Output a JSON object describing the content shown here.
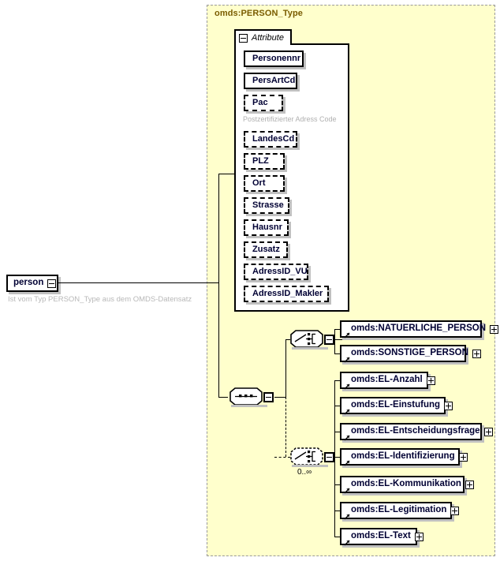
{
  "diagram": {
    "title": "omds:PERSON_Type",
    "root_element": {
      "label": "person",
      "note": "Ist vom Typ PERSON_Type aus dem OMDS-Datensatz"
    },
    "attribute_panel": {
      "tab_label": "Attribute",
      "toggle_icon": "minus-box-icon",
      "attributes": [
        {
          "label": "Personennr",
          "optional": false,
          "note": null
        },
        {
          "label": "PersArtCd",
          "optional": false,
          "note": null
        },
        {
          "label": "Pac",
          "optional": true,
          "note": "Postzertifizierter Adress Code"
        },
        {
          "label": "LandesCd",
          "optional": true,
          "note": null
        },
        {
          "label": "PLZ",
          "optional": true,
          "note": null
        },
        {
          "label": "Ort",
          "optional": true,
          "note": null
        },
        {
          "label": "Strasse",
          "optional": true,
          "note": null
        },
        {
          "label": "Hausnr",
          "optional": true,
          "note": null
        },
        {
          "label": "Zusatz",
          "optional": true,
          "note": null
        },
        {
          "label": "AdressID_VU",
          "optional": true,
          "note": null
        },
        {
          "label": "AdressID_Makler",
          "optional": true,
          "note": null
        }
      ]
    },
    "compositors": {
      "sequence": {
        "kind": "sequence",
        "icon": "sequence-icon",
        "toggle_icon": "minus-box-icon"
      },
      "choice_required": {
        "kind": "choice",
        "icon": "choice-icon",
        "toggle_icon": "minus-box-icon",
        "optional": false,
        "occurrence": null
      },
      "choice_optional": {
        "kind": "choice",
        "icon": "choice-icon",
        "toggle_icon": "minus-box-icon",
        "optional": true,
        "occurrence": "0..∞"
      }
    },
    "choice_required_children": [
      {
        "label": "omds:NATUERLICHE_PERSON",
        "expand_icon": "plus-box-icon"
      },
      {
        "label": "omds:SONSTIGE_PERSON",
        "expand_icon": "plus-box-icon"
      }
    ],
    "choice_optional_children": [
      {
        "label": "omds:EL-Anzahl",
        "expand_icon": "plus-box-icon"
      },
      {
        "label": "omds:EL-Einstufung",
        "expand_icon": "plus-box-icon"
      },
      {
        "label": "omds:EL-Entscheidungsfrage",
        "expand_icon": "plus-box-icon"
      },
      {
        "label": "omds:EL-Identifizierung",
        "expand_icon": "plus-box-icon"
      },
      {
        "label": "omds:EL-Kommunikation",
        "expand_icon": "plus-box-icon"
      },
      {
        "label": "omds:EL-Legitimation",
        "expand_icon": "plus-box-icon"
      },
      {
        "label": "omds:EL-Text",
        "expand_icon": "plus-box-icon"
      }
    ],
    "colors": {
      "container_fill": "#ffffcc",
      "container_border": "#999999",
      "title_text": "#7a5c00",
      "box_fill": "#ffffff",
      "box_border": "#000000",
      "label_text": "#000033",
      "note_text": "#b0b0b0",
      "shadow": "#c0c0c0"
    }
  }
}
